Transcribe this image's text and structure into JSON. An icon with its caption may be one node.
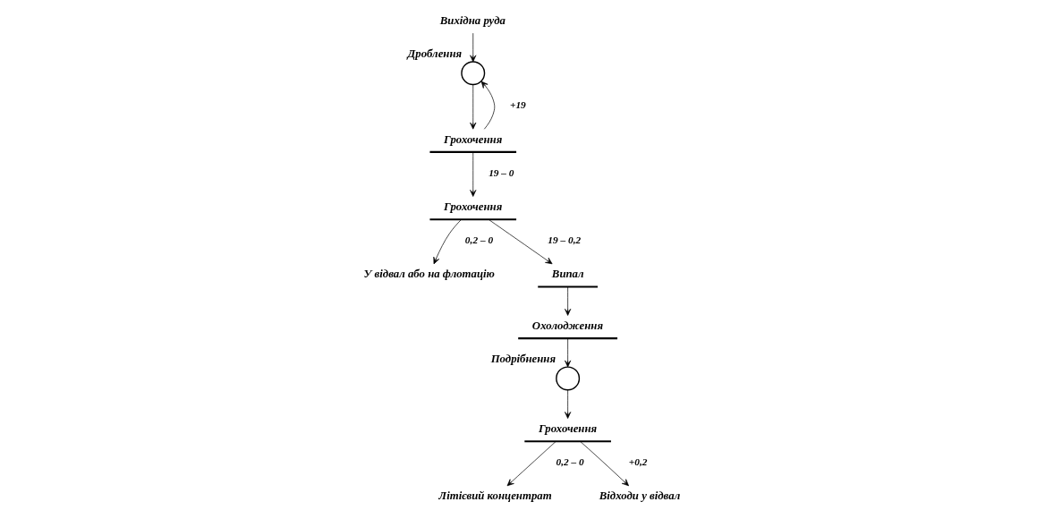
{
  "diagram": {
    "nodes": [
      {
        "text": [
          "Вихідна руда"
        ]
      },
      {
        "text": [],
        "shape": "circle",
        "beside": [
          "Дроблення"
        ]
      },
      {
        "text": [
          "Грохочення"
        ]
      },
      {
        "text": [
          "Грохочення"
        ]
      },
      {
        "text": [
          "У відвал або на флотацію"
        ]
      },
      {
        "text": [
          "Випал"
        ]
      },
      {
        "text": [
          "Охолодження"
        ]
      },
      {
        "text": [],
        "shape": "circle",
        "beside": [
          "Подрібнення"
        ]
      },
      {
        "text": [
          "Грохочення"
        ]
      },
      {
        "text": [
          "Літієвий концентрат"
        ]
      },
      {
        "text": [
          "Відходи у відвал"
        ]
      }
    ],
    "edges": [
      {
        "from": 0,
        "to": 1,
        "arrow": "to"
      },
      {
        "from": 2,
        "to": 1,
        "arrow": "to",
        "label": "+19"
      },
      {
        "from": 1,
        "to": 2,
        "arrow": "to"
      },
      {
        "from": 2,
        "to": 3,
        "arrow": "to",
        "label": "19 – 0"
      },
      {
        "from": 3,
        "to": 4,
        "arrow": "to",
        "label": "0,2 – 0"
      },
      {
        "from": 3,
        "to": 5,
        "arrow": "to",
        "label": "19 – 0,2"
      },
      {
        "from": 5,
        "to": 6,
        "arrow": "to"
      },
      {
        "from": 6,
        "to": 7,
        "arrow": "to"
      },
      {
        "from": 7,
        "to": 8,
        "arrow": "to"
      },
      {
        "from": 8,
        "to": 9,
        "arrow": "to",
        "label": "0,2 – 0"
      },
      {
        "from": 8,
        "to": 10,
        "arrow": "to",
        "label": "+0,2"
      }
    ]
  }
}
